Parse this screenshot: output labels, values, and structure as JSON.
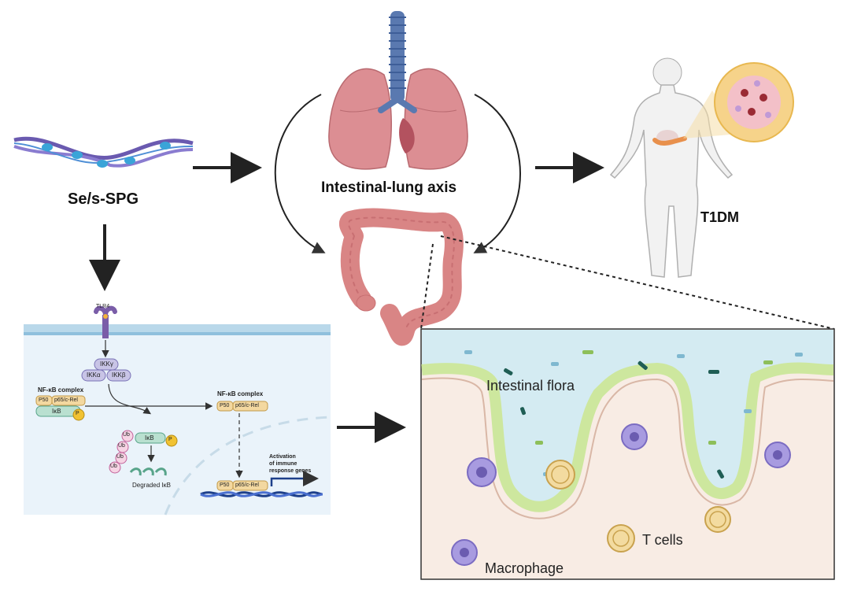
{
  "title": "",
  "labels": {
    "compound": "Se/s-SPG",
    "axis": "Intestinal-lung axis",
    "disease": "T1DM",
    "flora": "Intestinal flora",
    "tcells": "T cells",
    "macrophage": "Macrophage"
  },
  "pathway": {
    "receptor": "TLR4",
    "ikk_gamma": "IKKγ",
    "ikk_alpha": "IKKα",
    "ikk_beta": "IKKβ",
    "complex_label_1": "NF-κB complex",
    "complex_label_2": "NF-κB complex",
    "p50": "P50",
    "p65": "p65/c-Rel",
    "ikb": "IκB",
    "phospho": "P",
    "ub": "Ub",
    "degraded": "Degraded IκB",
    "activation_1": "Activation",
    "activation_2": "of immune",
    "activation_3": "response genes"
  },
  "colors": {
    "lung": "#d98b8f",
    "trachea": "#5a79b0",
    "colon": "#d98585",
    "villus": "#e6c8b8",
    "mucus": "#d9ecb0",
    "lumen": "#d4ebf2",
    "macrophage": "#9b8fd6",
    "tcell": "#f3dba0"
  }
}
